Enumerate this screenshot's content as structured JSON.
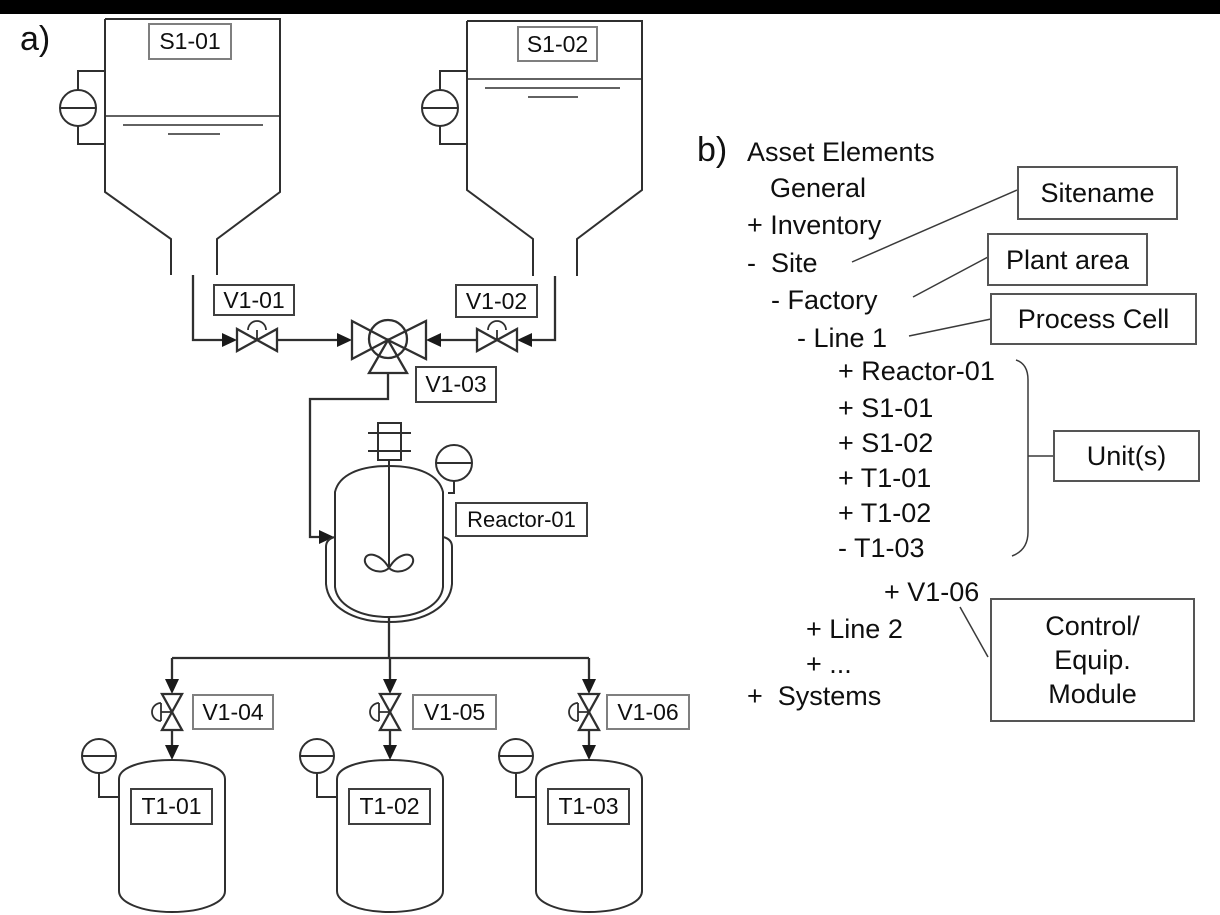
{
  "colors": {
    "line": "#2f2f2f",
    "box_border_gray": "#7f7f7f",
    "box_border_dark": "#3f3f3f",
    "callout_border": "#555555",
    "top_bar": "#000000"
  },
  "panel_a": {
    "label": "a)",
    "equipment": {
      "s1_01": "S1-01",
      "s1_02": "S1-02",
      "v1_01": "V1-01",
      "v1_02": "V1-02",
      "v1_03": "V1-03",
      "reactor_01": "Reactor-01",
      "v1_04": "V1-04",
      "v1_05": "V1-05",
      "v1_06": "V1-06",
      "t1_01": "T1-01",
      "t1_02": "T1-02",
      "t1_03": "T1-03"
    }
  },
  "panel_b": {
    "label": "b)",
    "heading": "Asset Elements",
    "tree": [
      "General",
      "+ Inventory",
      "-  Site",
      "- Factory",
      "- Line 1",
      "+ Reactor-01",
      "+ S1-01",
      "+ S1-02",
      "+ T1-01",
      "+ T1-02",
      "- T1-03",
      "+ V1-06",
      "+ Line 2",
      "+ ...",
      "+  Systems"
    ],
    "callouts": {
      "sitename": "Sitename",
      "plant_area": "Plant area",
      "process_cell": "Process Cell",
      "units": "Unit(s)",
      "control_lines": [
        "Control/",
        "Equip.",
        "Module"
      ]
    }
  }
}
